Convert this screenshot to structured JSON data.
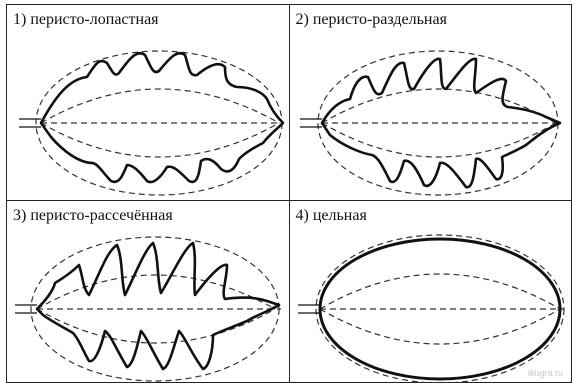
{
  "panels": [
    {
      "caption": "1) перисто-лопастная",
      "leaf_type": "lobed"
    },
    {
      "caption": "2) перисто-раздельная",
      "leaf_type": "parted"
    },
    {
      "caption": "3) перисто-рассечённая",
      "leaf_type": "dissected"
    },
    {
      "caption": "4) цельная",
      "leaf_type": "entire"
    }
  ],
  "watermark": "ikugra.ru"
}
